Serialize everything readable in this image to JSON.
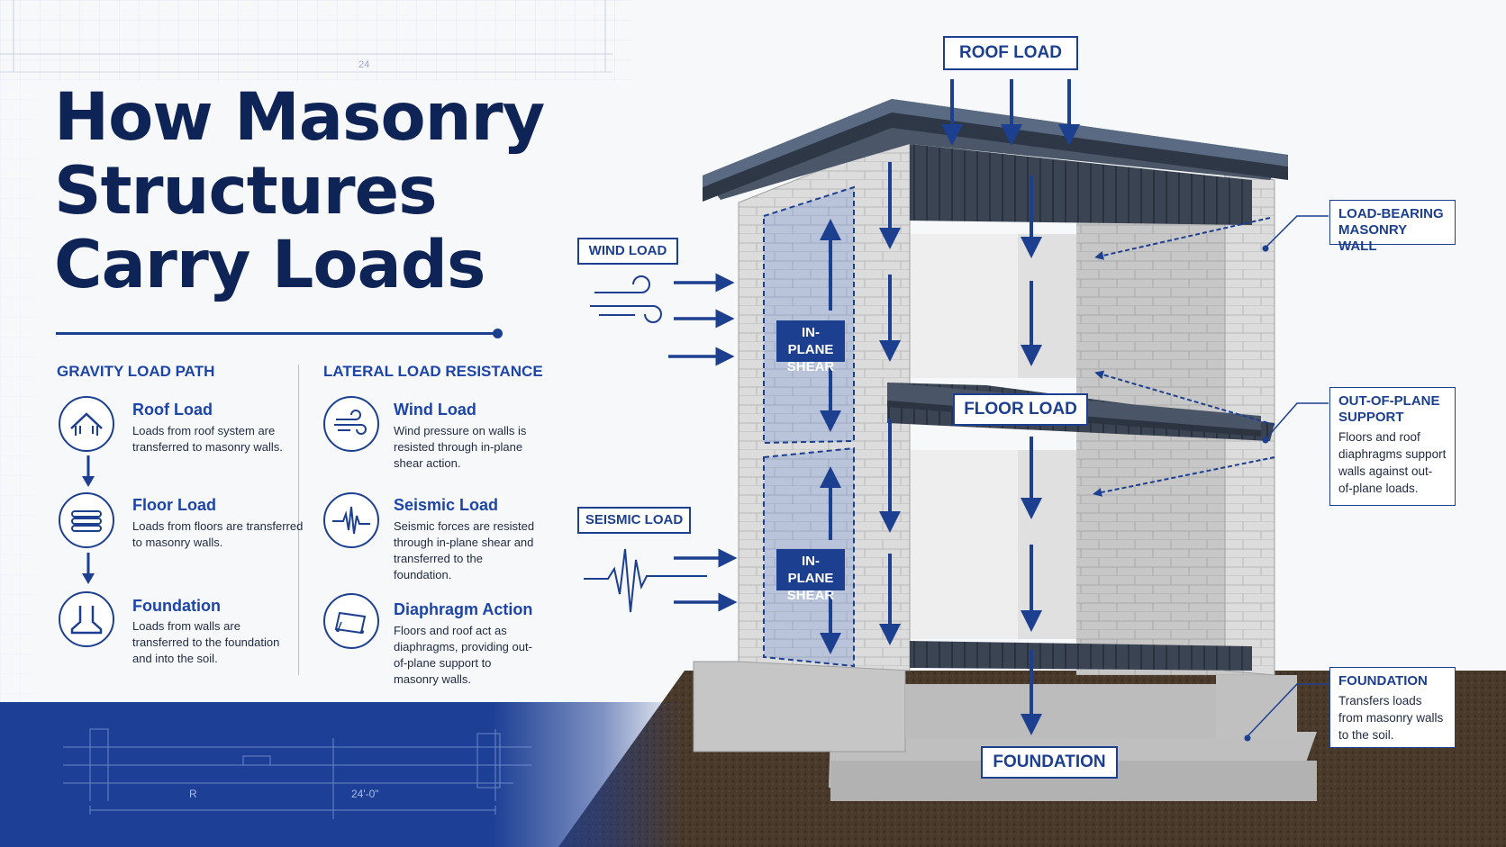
{
  "title": {
    "line1": "How Masonry",
    "line2": "Structures",
    "line3": "Carry Loads"
  },
  "blueprint_marks": {
    "top_dim": "24",
    "bottom_dim": "24'-0\"",
    "bottom_r": "R"
  },
  "gravity": {
    "heading": "GRAVITY LOAD PATH",
    "items": [
      {
        "title": "Roof Load",
        "desc": "Loads from roof system are transferred to masonry walls.",
        "icon": "roof-icon"
      },
      {
        "title": "Floor Load",
        "desc": "Loads from floors are transferred to masonry walls.",
        "icon": "floor-slab-icon"
      },
      {
        "title": "Foundation",
        "desc": "Loads from walls are transferred to the foundation and into the soil.",
        "icon": "foundation-icon"
      }
    ]
  },
  "lateral": {
    "heading": "LATERAL LOAD RESISTANCE",
    "items": [
      {
        "title": "Wind Load",
        "desc": "Wind pressure on walls is resisted through in-plane shear action.",
        "icon": "wind-icon"
      },
      {
        "title": "Seismic Load",
        "desc": "Seismic forces are resisted through in-plane shear and transferred to the foundation.",
        "icon": "seismic-wave-icon"
      },
      {
        "title": "Diaphragm Action",
        "desc": "Floors and roof act as diaphragms, providing out-of-plane support to masonry walls.",
        "icon": "diaphragm-icon"
      }
    ]
  },
  "diagram": {
    "roof_load": "ROOF LOAD",
    "floor_load": "FLOOR LOAD",
    "foundation": "FOUNDATION",
    "wind_load": "WIND LOAD",
    "seismic_load": "SEISMIC LOAD",
    "shear_label": "IN-PLANE SHEAR",
    "shear_line1": "IN-PLANE",
    "shear_line2": "SHEAR",
    "notes": {
      "load_bearing": {
        "title_line1": "LOAD-BEARING",
        "title_line2": "MASONRY WALL"
      },
      "out_of_plane": {
        "title_line1": "OUT-OF-PLANE",
        "title_line2": "SUPPORT",
        "desc": "Floors and roof diaphragms support walls against out-of-plane loads."
      },
      "foundation": {
        "title": "FOUNDATION",
        "desc": "Transfers loads from masonry walls to the soil."
      }
    }
  },
  "colors": {
    "accent": "#1d3f8f",
    "title": "#0f2456",
    "heading": "#1d45a8",
    "band": "#1d3f95"
  }
}
